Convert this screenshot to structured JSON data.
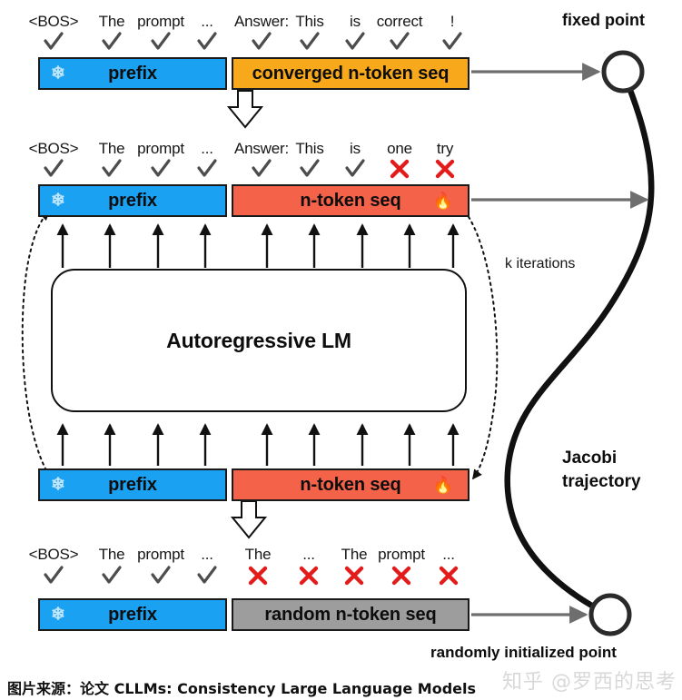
{
  "figure": {
    "title_caption": "图片来源：论文 CLLMs: Consistency Large Language Models",
    "watermark": "知乎 @罗西的思考",
    "colors": {
      "prefix_blue": "#1ba1f2",
      "converged_orange": "#f7a81b",
      "ntoken_red": "#f5624a",
      "random_gray": "#9d9d9d",
      "check_gray": "#4d4d4d",
      "cross_red": "#e21b1b",
      "arrow_gray": "#6e6e6e",
      "stroke_black": "#111111"
    }
  },
  "rows": {
    "converged": {
      "tokens": [
        "<BOS>",
        "The",
        "prompt",
        "...",
        "Answer:",
        "This",
        "is",
        "correct",
        "!"
      ],
      "marks": [
        "check",
        "check",
        "check",
        "check",
        "check",
        "check",
        "check",
        "check",
        "check"
      ],
      "prefix_label": "prefix",
      "seq_label": "converged n-token seq",
      "prefix_icon": "snowflake-icon",
      "seq_icon": null
    },
    "iteration": {
      "tokens": [
        "<BOS>",
        "The",
        "prompt",
        "...",
        "Answer:",
        "This",
        "is",
        "one",
        "try"
      ],
      "marks": [
        "check",
        "check",
        "check",
        "check",
        "check",
        "check",
        "check",
        "cross",
        "cross"
      ],
      "prefix_label": "prefix",
      "seq_label": "n-token seq",
      "prefix_icon": "snowflake-icon",
      "seq_icon": "flame-icon"
    },
    "input": {
      "prefix_label": "prefix",
      "seq_label": "n-token seq",
      "prefix_icon": "snowflake-icon",
      "seq_icon": "flame-icon"
    },
    "random": {
      "tokens": [
        "<BOS>",
        "The",
        "prompt",
        "...",
        "The",
        "...",
        "The",
        "prompt",
        "..."
      ],
      "marks": [
        "check",
        "check",
        "check",
        "check",
        "cross",
        "cross",
        "cross",
        "cross",
        "cross"
      ],
      "prefix_label": "prefix",
      "seq_label": "random n-token seq",
      "prefix_icon": "snowflake-icon",
      "seq_icon": null
    }
  },
  "model": {
    "label": "Autoregressive LM"
  },
  "annotations": {
    "fixed_point": "fixed point",
    "k_iterations": "k iterations",
    "jacobi_trajectory": "Jacobi\ntrajectory",
    "randomly_initialized_point": "randomly initialized point"
  }
}
